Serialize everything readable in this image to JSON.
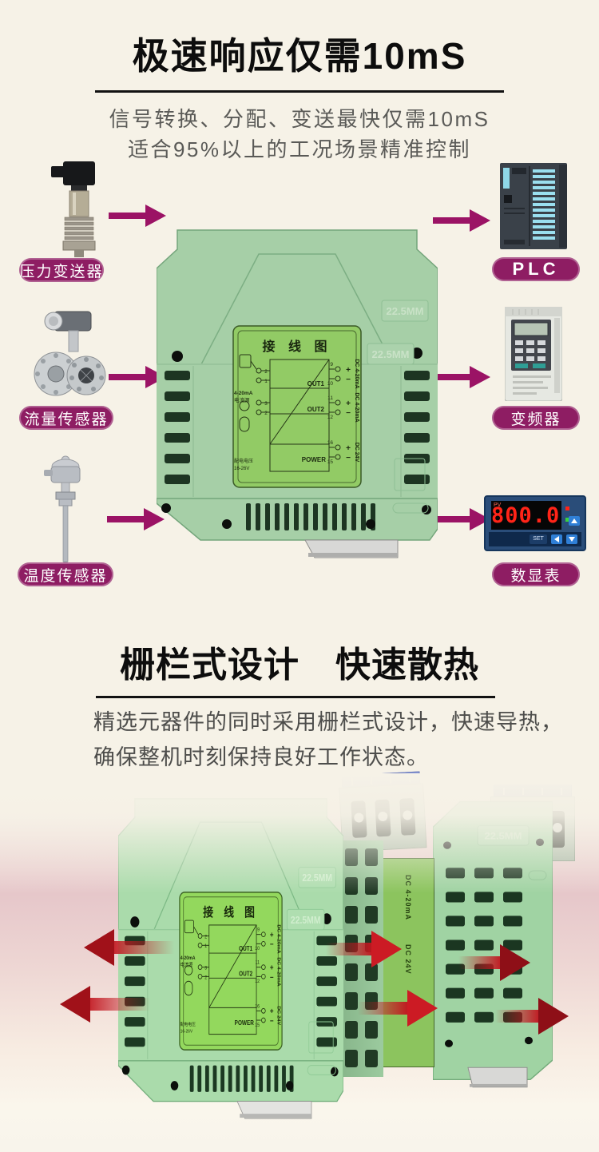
{
  "section1": {
    "title": "极速响应仅需10mS",
    "subtitle1": "信号转换、分配、变送最快仅需10mS",
    "subtitle2": "适合95%以上的工况场景精准控制",
    "inputs": {
      "pressure": "压力变送器",
      "flow": "流量传感器",
      "temperature": "温度传感器"
    },
    "outputs": {
      "plc": "PLC",
      "vfd": "变频器",
      "meter": "数显表"
    }
  },
  "module": {
    "panel_title": "接 线 图",
    "size_badge": "22.5MM",
    "in1_t1": "2",
    "in1_t2": "1",
    "in2_t1": "3",
    "in2_t2": "2",
    "source_line1": "4-20mA",
    "source_line2": "电流源",
    "supply_line1": "配电电压",
    "supply_line2": "16-26V",
    "out1": {
      "name": "OUT1",
      "plus_num": "9",
      "minus_num": "10",
      "range": "DC 4-20mA"
    },
    "out2": {
      "name": "OUT2",
      "plus_num": "11",
      "minus_num": "12",
      "range": "DC 4-20mA"
    },
    "power": {
      "name": "POWER",
      "plus_num": "16",
      "minus_num": "15",
      "range": "DC 24V"
    },
    "plus": "+",
    "minus": "−"
  },
  "meter": {
    "pv_label": "PV",
    "display": "800.0",
    "set_label": "SET"
  },
  "section2": {
    "title": "栅栏式设计　快速散热",
    "body1": "精选元器件的同时采用栅栏式设计，快速导热，",
    "body2": "确保整机时刻保持良好工作状态。"
  },
  "colors": {
    "accent_purple": "#8e1d63",
    "arrow_magenta": "#9b1365",
    "module_green": "#a6cfa7",
    "panel_green": "#92cb65",
    "heat_red": "#c2161f",
    "pink_background": "#e6c7ca",
    "page_background": "#f6f2e7"
  }
}
